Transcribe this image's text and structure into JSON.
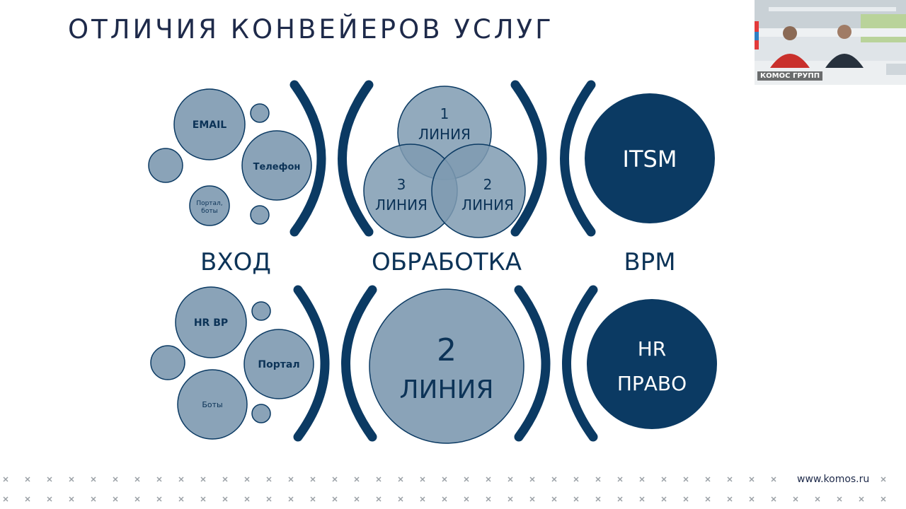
{
  "slide": {
    "title": "ОТЛИЧИЯ КОНВЕЙЕРОВ УСЛУГ",
    "url": "www.komos.ru"
  },
  "top_row": {
    "input_bubbles": [
      "EMAIL",
      "Телефон",
      "Портал,",
      "боты"
    ],
    "processing": {
      "line1_num": "1",
      "line1_word": "ЛИНИЯ",
      "line2_num": "2",
      "line2_word": "ЛИНИЯ",
      "line3_num": "3",
      "line3_word": "ЛИНИЯ"
    },
    "target": "ITSM"
  },
  "section_labels": {
    "input": "ВХОД",
    "processing": "ОБРАБОТКА",
    "target": "BPM"
  },
  "bottom_row": {
    "input_bubbles": [
      "HR BP",
      "Портал",
      "Боты"
    ],
    "processing": {
      "num": "2",
      "word": "ЛИНИЯ"
    },
    "target_line1": "HR",
    "target_line2": "ПРАВО"
  },
  "webcam": {
    "label": "КОМОС ГРУПП"
  },
  "colors": {
    "light_circle": "#8aa3b8",
    "dark_circle": "#0b3a63",
    "text_dark": "#0c3357",
    "title": "#1e2a4a"
  }
}
